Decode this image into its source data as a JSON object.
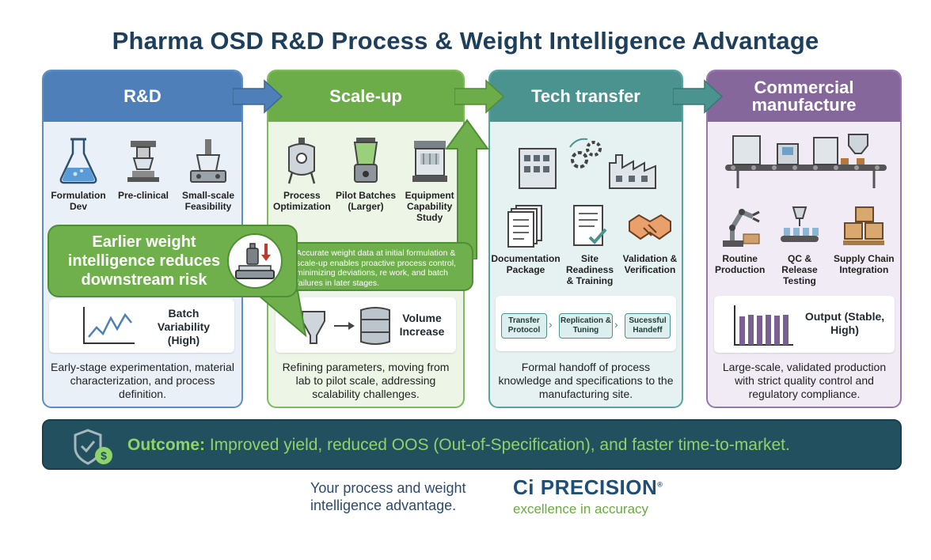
{
  "title": "Pharma OSD R&D Process & Weight Intelligence Advantage",
  "stages": [
    {
      "name": "R&D",
      "icons": [
        {
          "icon": "flask-icon",
          "label": "Formulation Dev"
        },
        {
          "icon": "lab-instrument-icon",
          "label": "Pre-clinical"
        },
        {
          "icon": "small-mixer-icon",
          "label": "Small-scale Feasibility"
        }
      ],
      "metric": {
        "icon": "variability-chart-icon",
        "label": "Batch Variability (High)"
      },
      "description": "Early-stage experimentation, material characterization, and process definition."
    },
    {
      "name": "Scale-up",
      "icons": [
        {
          "icon": "reactor-icon",
          "label": "Process Optimization"
        },
        {
          "icon": "blender-icon",
          "label": "Pilot Batches (Larger)"
        },
        {
          "icon": "equipment-icon",
          "label": "Equipment Capability Study"
        }
      ],
      "metric": {
        "icon": "hopper-to-drum-icon",
        "label": "Volume Increase"
      },
      "description": "Refining parameters, moving from lab to pilot scale, addressing scalability challenges."
    },
    {
      "name": "Tech transfer",
      "icons": [
        {
          "icon": "factory-transfer-icon",
          "label": ""
        },
        {
          "icon": "documents-icon",
          "label": "Documentation Package"
        },
        {
          "icon": "checklist-icon",
          "label": "Site Readiness & Training"
        },
        {
          "icon": "handshake-icon",
          "label": "Validation & Verification"
        }
      ],
      "steps": [
        "Transfer Protocol",
        "Replication & Tuning",
        "Sucessful Handeff"
      ],
      "description": "Formal handoff of process knowledge and specifications to the manufacturing site."
    },
    {
      "name": "Commercial manufacture",
      "icons": [
        {
          "icon": "production-line-icon",
          "label": ""
        },
        {
          "icon": "robot-arm-icon",
          "label": "Routine Production"
        },
        {
          "icon": "qc-testing-icon",
          "label": "QC & Release Testing"
        },
        {
          "icon": "boxes-icon",
          "label": "Supply Chain Integration"
        }
      ],
      "metric": {
        "icon": "stable-output-icon",
        "label": "Output (Stable, High)"
      },
      "description": "Large-scale, validated production with strict quality control and regulatory compliance."
    }
  ],
  "callout": {
    "headline": "Earlier weight intelligence reduces downstream risk",
    "body": "Accurate weight data at initial formulation & scale-up enables proactive process control, minimizing deviations, re work, and batch failures in later stages.",
    "icon": "scale-down-arrow-icon"
  },
  "outcome": {
    "label": "Outcome:",
    "text": " Improved yield, reduced OOS (Out-of-Specification), and faster time-to-market.",
    "icon": "shield-dollar-icon"
  },
  "footer": {
    "tagline": "Your process and weight intelligence advantage.",
    "brand": "PRECISION",
    "brand_mark": "Ci",
    "brand_sub": "excellence in accuracy"
  },
  "colors": {
    "rd": "#4f7fb8",
    "scale_up": "#6cad4a",
    "tech_transfer": "#4a938f",
    "commercial": "#85679c",
    "outcome_bg": "#23505e",
    "outcome_text": "#8ed46a"
  }
}
